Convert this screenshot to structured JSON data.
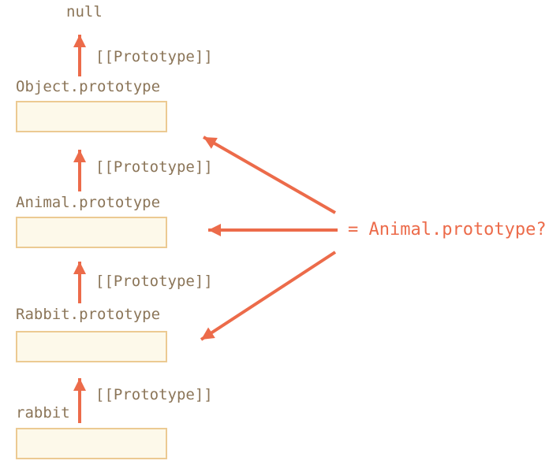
{
  "diagram": {
    "nodes": [
      {
        "id": "null",
        "label": "null"
      },
      {
        "id": "object-prototype",
        "label": "Object.prototype"
      },
      {
        "id": "animal-prototype",
        "label": "Animal.prototype"
      },
      {
        "id": "rabbit-prototype",
        "label": "Rabbit.prototype"
      },
      {
        "id": "rabbit",
        "label": "rabbit"
      }
    ],
    "edges": [
      {
        "from": "object-prototype",
        "to": "null",
        "label": "[[Prototype]]"
      },
      {
        "from": "animal-prototype",
        "to": "object-prototype",
        "label": "[[Prototype]]"
      },
      {
        "from": "rabbit-prototype",
        "to": "animal-prototype",
        "label": "[[Prototype]]"
      },
      {
        "from": "rabbit",
        "to": "rabbit-prototype",
        "label": "[[Prototype]]"
      }
    ],
    "annotation": {
      "label": "= Animal.prototype?",
      "points_to": [
        "object-prototype",
        "animal-prototype",
        "rabbit-prototype"
      ]
    },
    "colors": {
      "arrow": "#ec6b4a",
      "label_text": "#8b7558",
      "annotation_text": "#ec6b4a",
      "box_border": "#ecca92",
      "box_fill": "#fdf9ea",
      "background": "#ffffff"
    }
  }
}
